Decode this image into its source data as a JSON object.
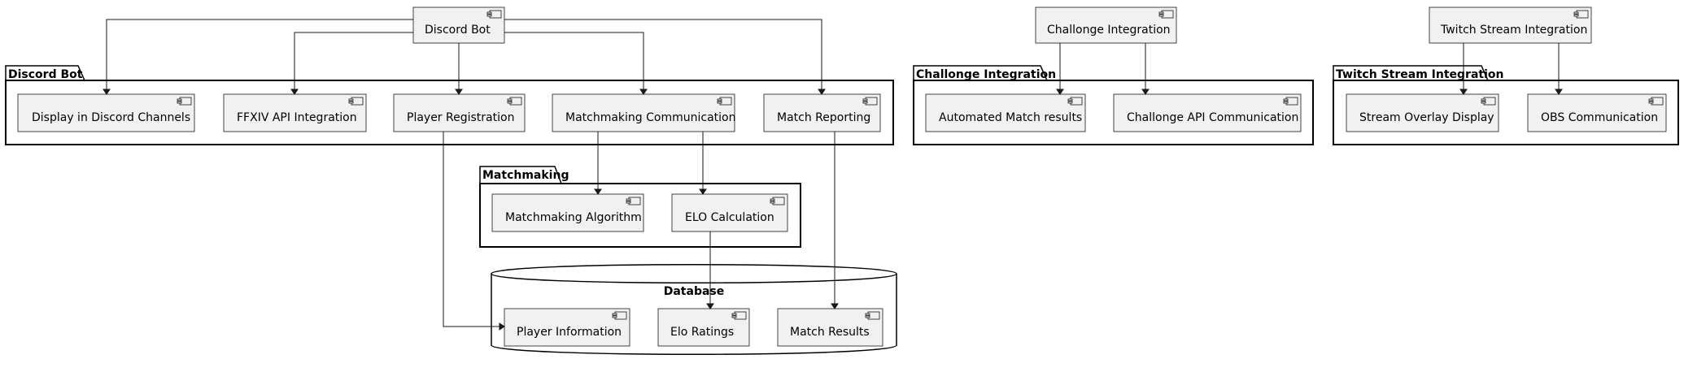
{
  "packages": {
    "discord_bot": "Discord Bot",
    "challonge": "Challonge Integration",
    "twitch": "Twitch Stream Integration",
    "matchmaking": "Matchmaking"
  },
  "database": {
    "title": "Database"
  },
  "components": {
    "discord_bot_top": "Discord Bot",
    "challonge_top": "Challonge Integration",
    "twitch_top": "Twitch Stream Integration",
    "display_discord": "Display in Discord Channels",
    "ffxiv_api": "FFXIV API Integration",
    "player_registration": "Player Registration",
    "matchmaking_comm": "Matchmaking Communication",
    "match_reporting": "Match Reporting",
    "automated_results": "Automated Match results",
    "challonge_api": "Challonge API Communication",
    "stream_overlay": "Stream Overlay Display",
    "obs_comm": "OBS Communication",
    "matchmaking_algo": "Matchmaking Algorithm",
    "elo_calc": "ELO Calculation",
    "player_info": "Player Information",
    "elo_ratings": "Elo Ratings",
    "match_results": "Match Results"
  },
  "colors": {
    "component_fill": "#f1f1f1",
    "line": "#181818"
  },
  "icons": {
    "component": "uml-component-icon"
  }
}
